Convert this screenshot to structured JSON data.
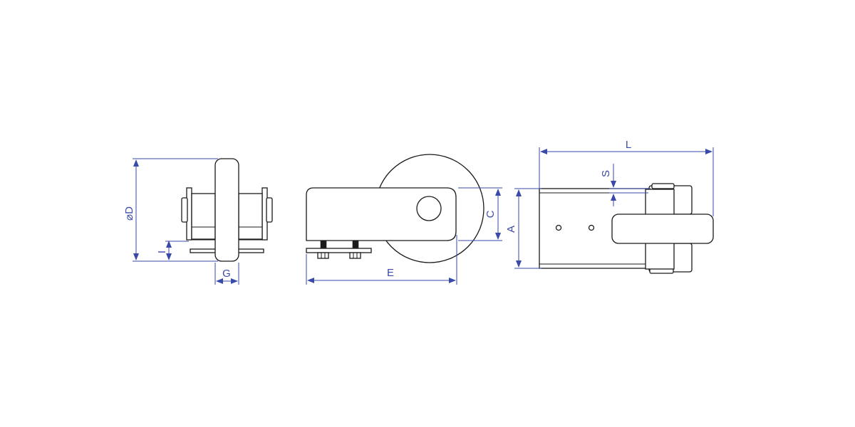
{
  "colors": {
    "dimension": "#3a4aa8",
    "outline": "#1a1a1a"
  },
  "labels": {
    "diameter": "⌀D",
    "i": "I",
    "g": "G",
    "e": "E",
    "c": "C",
    "a": "A",
    "l": "L",
    "s": "S"
  }
}
